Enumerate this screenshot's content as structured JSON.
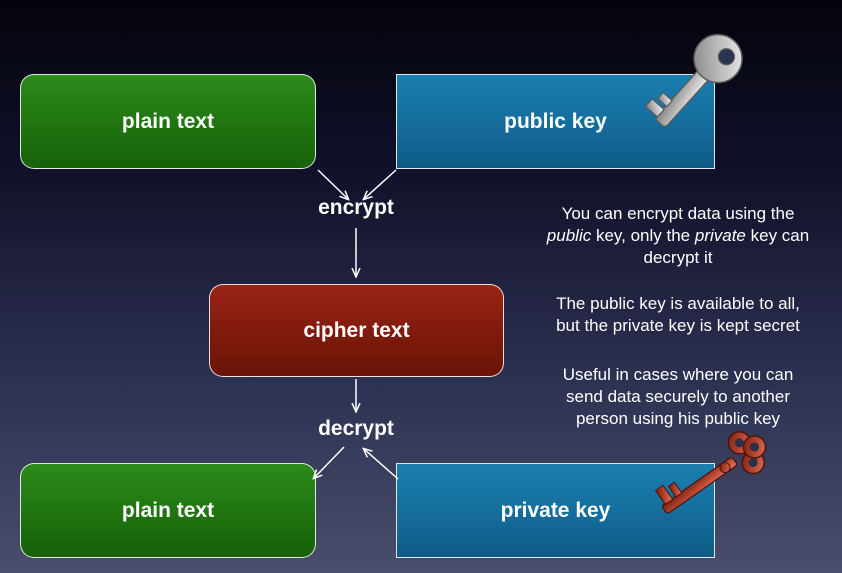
{
  "nodes": {
    "plain_top": "plain text",
    "public_key": "public key",
    "cipher": "cipher text",
    "plain_bottom": "plain text",
    "private_key": "private key"
  },
  "operations": {
    "encrypt": "encrypt",
    "decrypt": "decrypt"
  },
  "notes": {
    "note1": {
      "line1": "You can encrypt data using the",
      "line2_em1": "public",
      "line2_mid": " key, only the ",
      "line2_em2": "private",
      "line2_end": " key can",
      "line3": "decrypt it"
    },
    "note2": {
      "line1": "The public key is available to all,",
      "line2": "but the private key is kept secret"
    },
    "note3": {
      "line1": "Useful in cases where you can",
      "line2": "send data securely to another",
      "line3": "person using his public key"
    }
  },
  "icons": [
    "silver-key-icon",
    "red-key-icon"
  ],
  "colors": {
    "plain_box": "#1f7410",
    "key_box": "#146c9c",
    "cipher_box": "#7e1a0c",
    "background_top": "#04040c",
    "background_bottom": "#4a4e6c"
  }
}
